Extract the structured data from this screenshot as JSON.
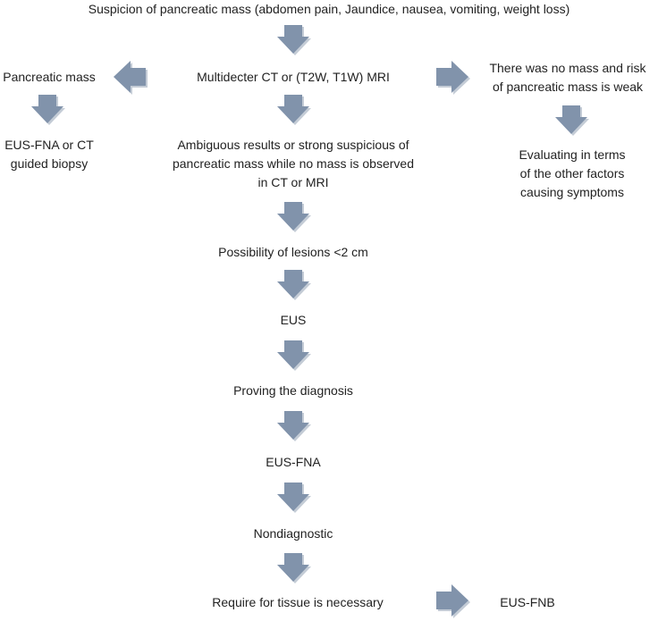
{
  "colors": {
    "arrow_fill": "#8193ab",
    "arrow_shadow": "#c4ccd6",
    "text": "#222222",
    "background": "#ffffff"
  },
  "nodes": {
    "suspicion": {
      "lines": [
        "Suspicion of pancreatic mass (abdomen pain, Jaundice, nausea, vomiting, weight loss)"
      ]
    },
    "imaging": {
      "lines": [
        "Multidecter CT or (T2W, T1W) MRI"
      ]
    },
    "pancreatic_mass": {
      "lines": [
        "Pancreatic mass"
      ]
    },
    "no_mass": {
      "lines": [
        "There was no mass and risk",
        "of pancreatic mass is weak"
      ]
    },
    "biopsy": {
      "lines": [
        "EUS-FNA or CT",
        "guided biopsy"
      ]
    },
    "ambiguous": {
      "lines": [
        "Ambiguous results or strong suspicious of",
        "pancreatic mass while no mass is observed",
        "in CT or MRI"
      ]
    },
    "evaluating": {
      "lines": [
        "Evaluating in terms",
        "of the other factors",
        "causing symptoms"
      ]
    },
    "lesions": {
      "lines": [
        "Possibility of lesions <2 cm"
      ]
    },
    "eus": {
      "lines": [
        "EUS"
      ]
    },
    "proving": {
      "lines": [
        "Proving the diagnosis"
      ]
    },
    "eus_fna": {
      "lines": [
        "EUS-FNA"
      ]
    },
    "nondiagnostic": {
      "lines": [
        "Nondiagnostic"
      ]
    },
    "tissue": {
      "lines": [
        "Require for tissue is necessary"
      ]
    },
    "eus_fnb": {
      "lines": [
        "EUS-FNB"
      ]
    }
  },
  "arrows": [
    {
      "from": "suspicion",
      "to": "imaging",
      "direction": "down"
    },
    {
      "from": "imaging",
      "to": "pancreatic_mass",
      "direction": "left"
    },
    {
      "from": "imaging",
      "to": "no_mass",
      "direction": "right"
    },
    {
      "from": "pancreatic_mass",
      "to": "biopsy",
      "direction": "down"
    },
    {
      "from": "imaging",
      "to": "ambiguous",
      "direction": "down"
    },
    {
      "from": "no_mass",
      "to": "evaluating",
      "direction": "down"
    },
    {
      "from": "ambiguous",
      "to": "lesions",
      "direction": "down"
    },
    {
      "from": "lesions",
      "to": "eus",
      "direction": "down"
    },
    {
      "from": "eus",
      "to": "proving",
      "direction": "down"
    },
    {
      "from": "proving",
      "to": "eus_fna",
      "direction": "down"
    },
    {
      "from": "eus_fna",
      "to": "nondiagnostic",
      "direction": "down"
    },
    {
      "from": "nondiagnostic",
      "to": "tissue",
      "direction": "down"
    },
    {
      "from": "tissue",
      "to": "eus_fnb",
      "direction": "right"
    }
  ]
}
